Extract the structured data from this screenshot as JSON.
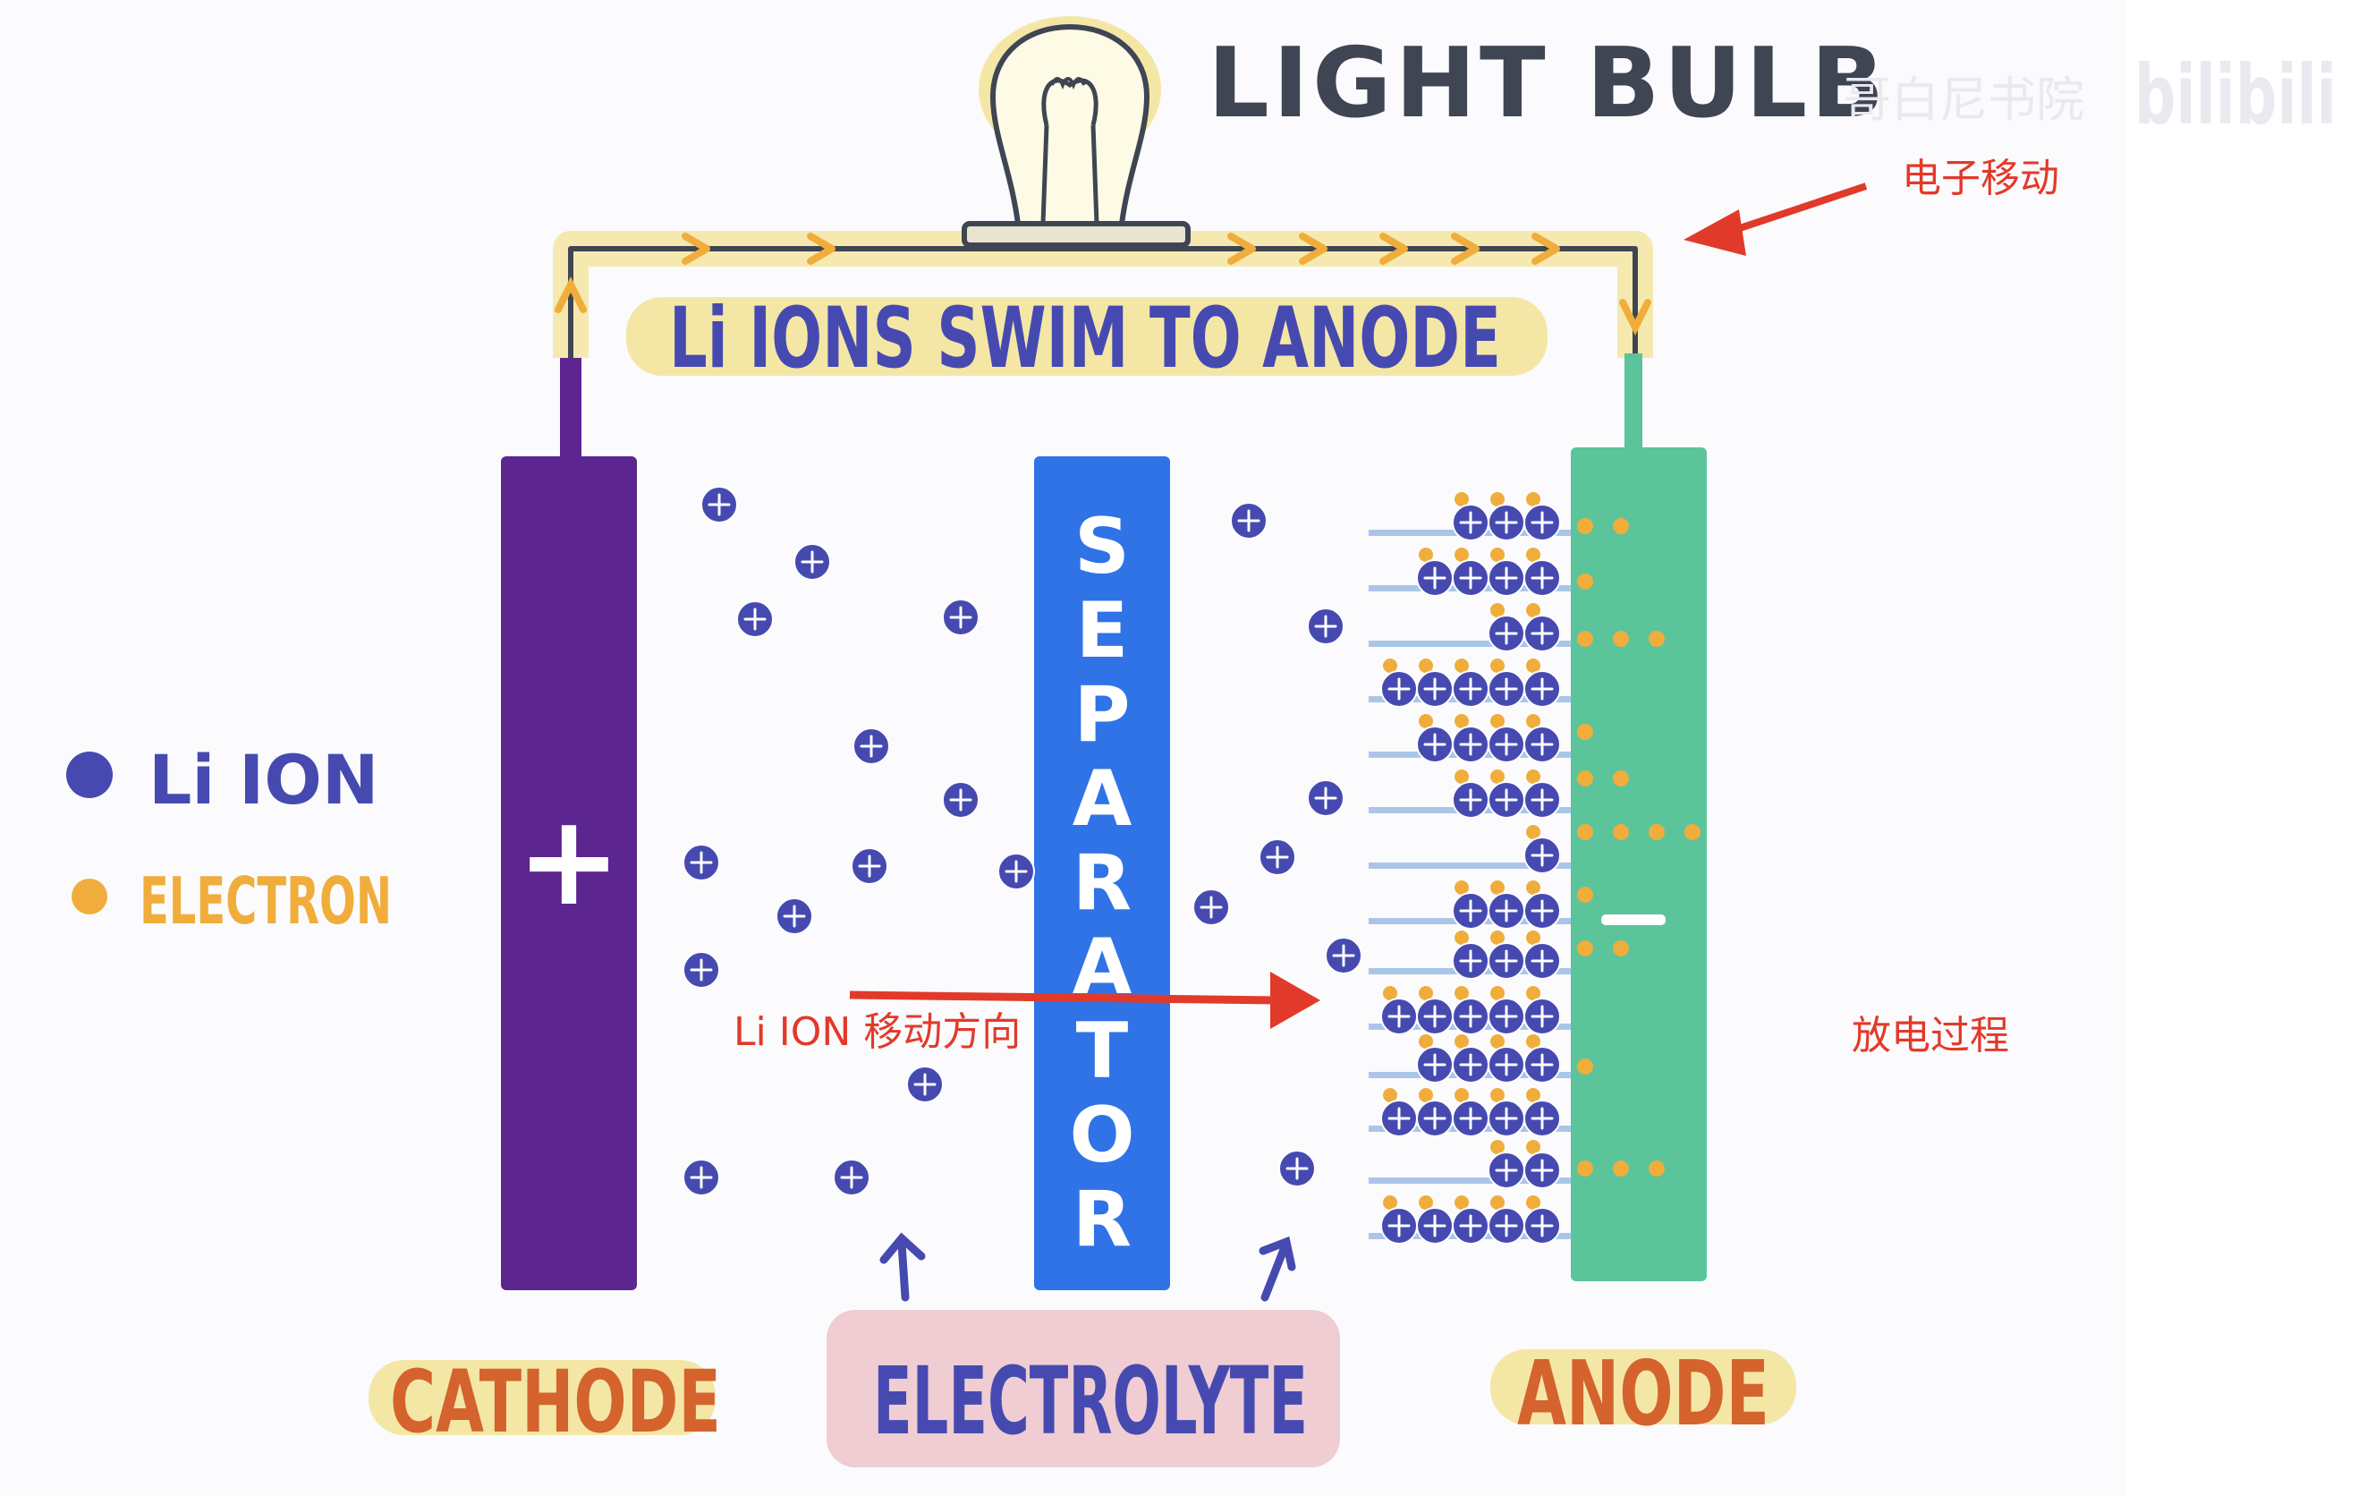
{
  "labels": {
    "light_bulb": "LIGHT BULB",
    "li_ions_swim": "Li IONS SWIM TO ANODE",
    "legend_li_ion": "Li ION",
    "legend_electron": "ELECTRON",
    "separator": "SEPARATOR",
    "cathode": "CATHODE",
    "electrolyte": "ELECTROLYTE",
    "anode": "ANODE",
    "cathode_sign": "+",
    "anode_sign": "−"
  },
  "annotations": {
    "electron_flow": "电子移动",
    "li_ion_direction": "Li ION 移动方向",
    "process": "放电过程"
  },
  "watermark": {
    "text": "哥白尼书院",
    "brand": "bilibili"
  },
  "colors": {
    "cathode": "#5d2590",
    "separator": "#2f73e6",
    "anode": "#5bc49a",
    "li_ion": "#464ab0",
    "electron": "#f0ad3c",
    "highlight": "#f4e7a6",
    "electrolyte_box": "#f0cdd2",
    "annotation": "#e23a2a",
    "wire": "#3f4552",
    "label_orange": "#d4632d"
  }
}
